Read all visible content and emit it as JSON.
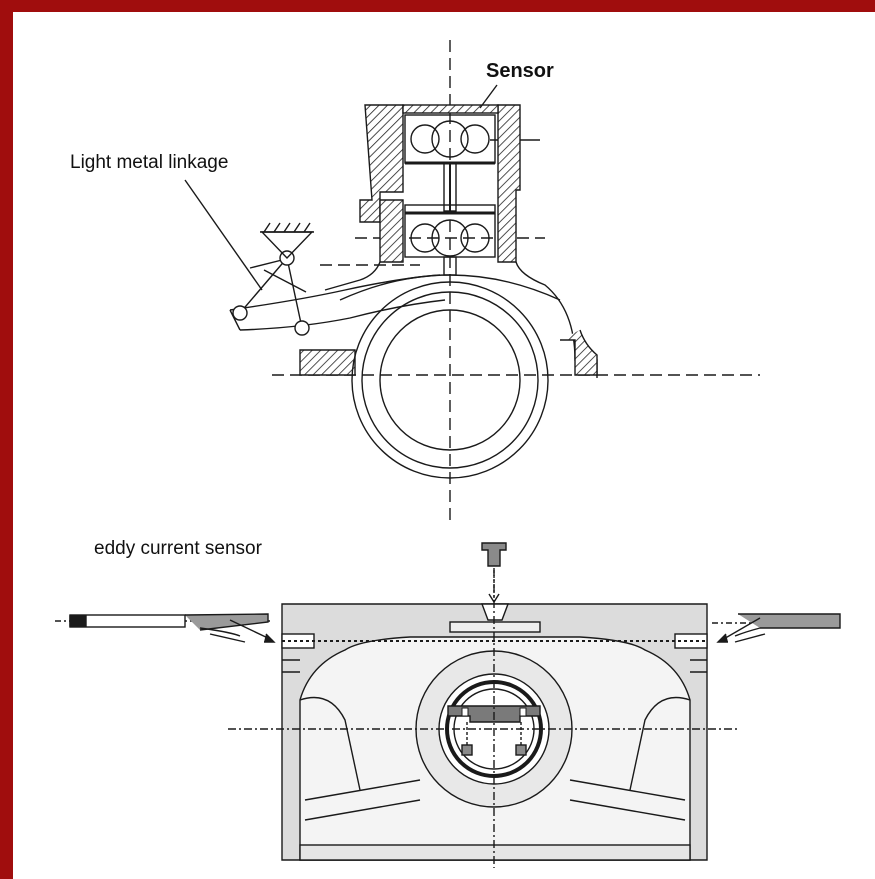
{
  "labels": {
    "sensor": "Sensor",
    "linkage": "Light metal linkage",
    "eddy": "eddy current sensor"
  },
  "colors": {
    "frame": "#a00d0d",
    "line": "#1a1a1a",
    "piston_fill": "#dcdcdc",
    "sensor_fill": "#8a8a8a"
  }
}
